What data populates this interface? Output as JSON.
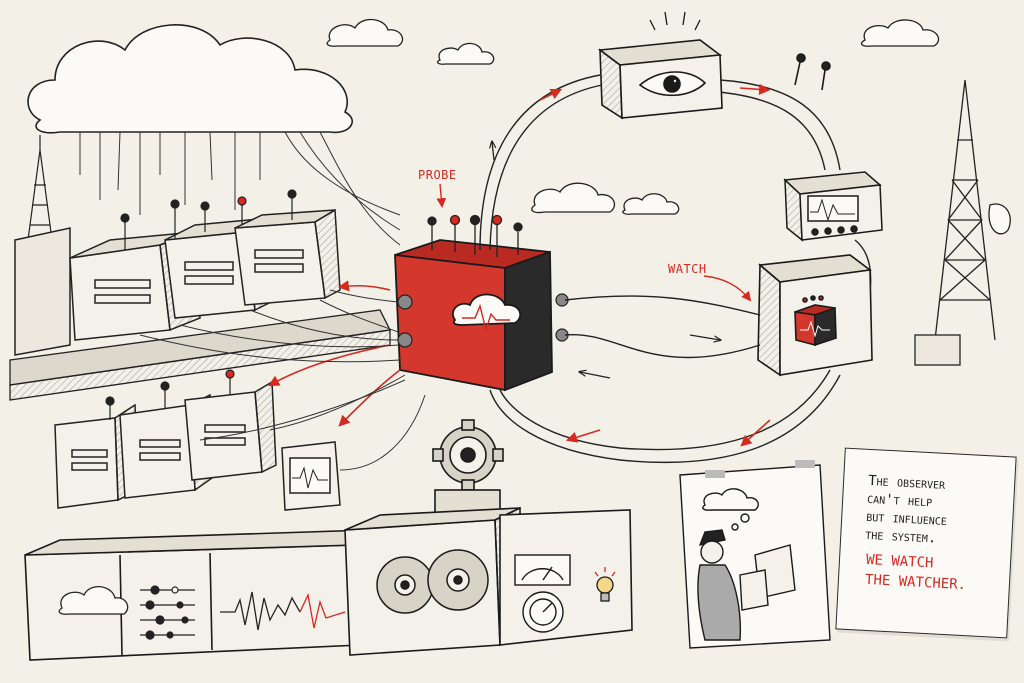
{
  "labels": {
    "probe": "PROBE",
    "watch": "WATCH"
  },
  "note": {
    "line1": "The observer",
    "line2": "can't help",
    "line3": "but influence",
    "line4": "the system.",
    "red1": "WE WATCH",
    "red2": "THE WATCHER."
  },
  "colors": {
    "accent": "#d42a20",
    "ink": "#1f1f1f",
    "paper": "#f3f0e8"
  }
}
